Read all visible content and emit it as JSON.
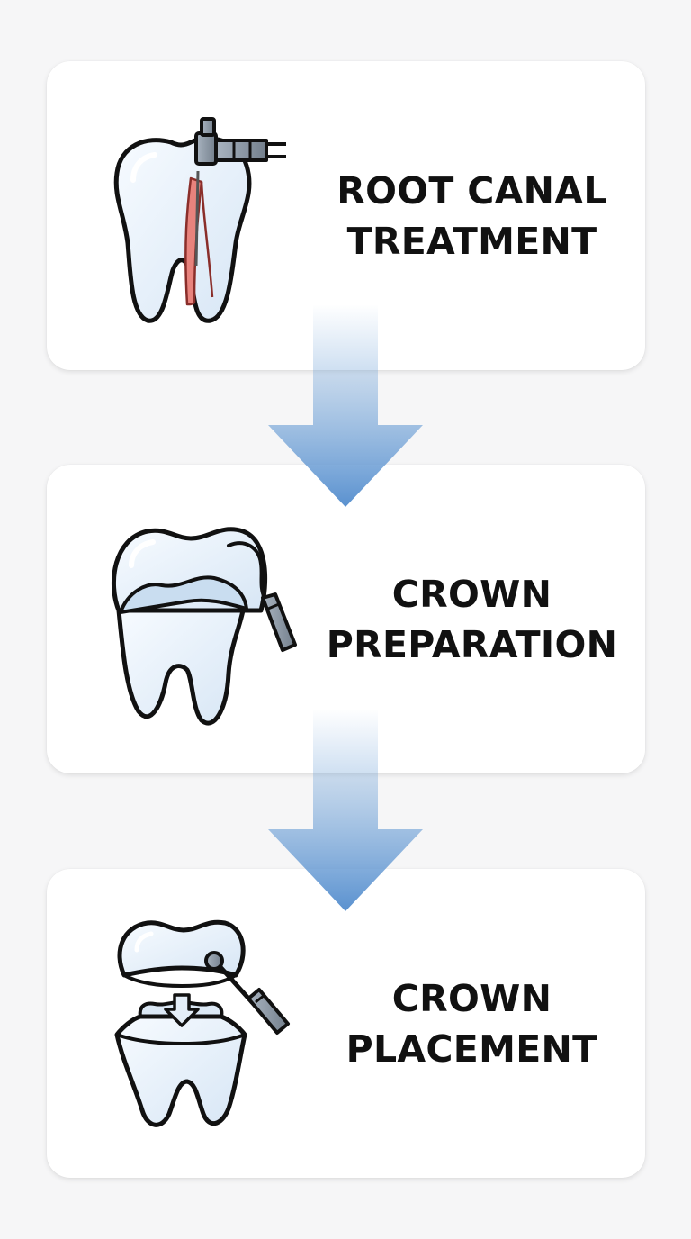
{
  "steps": [
    {
      "line1": "ROOT CANAL",
      "line2": "TREATMENT",
      "icon": "tooth-drill-icon"
    },
    {
      "line1": "CROWN",
      "line2": "PREPARATION",
      "icon": "tooth-preparation-icon"
    },
    {
      "line1": "CROWN",
      "line2": "PLACEMENT",
      "icon": "crown-placement-icon"
    }
  ],
  "colors": {
    "arrow": "#6b9fd6",
    "tooth_fill": "#e4eef8",
    "pulp": "#e8837d",
    "tool": "#8794a3",
    "outline": "#111111"
  }
}
